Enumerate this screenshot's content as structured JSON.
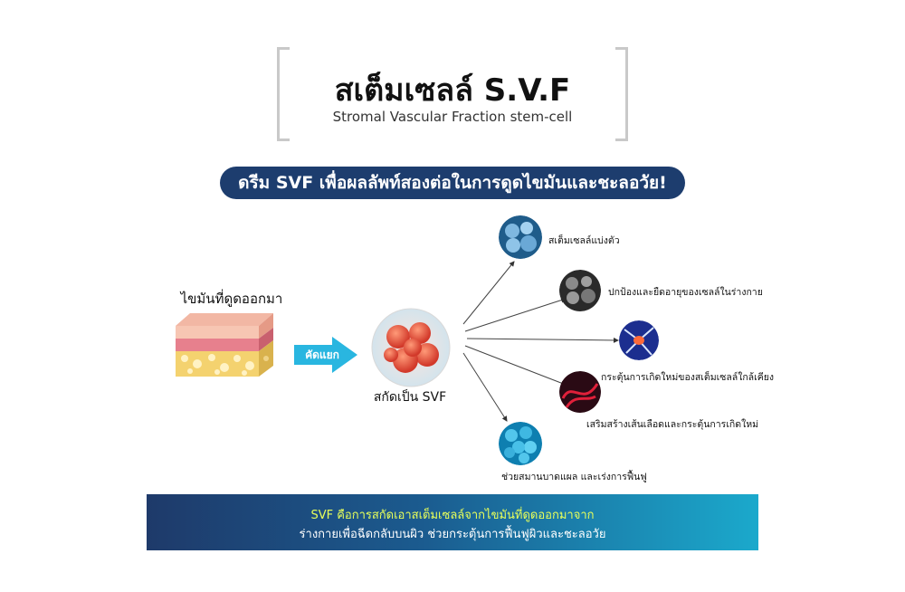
{
  "header": {
    "title": "สเต็มเซลล์ S.V.F",
    "subtitle": "Stromal Vascular Fraction stem-cell"
  },
  "banner": {
    "text": "ดรีม SVF เพื่อผลลัพท์สองต่อในการดูดไขมันและชะลอวัย!"
  },
  "source": {
    "label": "ไขมันที่ดูดออกมา"
  },
  "process": {
    "arrow_label": "คัดแยก",
    "result_label": "สกัดเป็น SVF"
  },
  "outcomes": [
    {
      "label": "สเต็มเซลล์แบ่งตัว"
    },
    {
      "label": "ปกป้องและยืดอายุของเซลล์ในร่างกาย"
    },
    {
      "label": ""
    },
    {
      "label": "กระตุ้นการเกิดใหม่ของสเต็มเซลล์ใกล้เคียง"
    },
    {
      "label": "เสริมสร้างเส้นเลือดและกระตุ้นการเกิดใหม่"
    },
    {
      "label": "ช่วยสมานบาดแผล และเร่งการฟื้นฟู"
    }
  ],
  "footer": {
    "line1": "SVF คือการสกัดเอาสเต็มเซลล์จากไขมันที่ดูดออกมาจาก",
    "line2": "ร่างกายเพื่อฉีดกลับบนผิว ช่วยกระตุ้นการฟื้นฟูผิวและชะลอวัย"
  },
  "colors": {
    "banner": "#1d3d6e",
    "arrow": "#29b6e0",
    "footer_start": "#1e3a6a",
    "footer_end": "#1ba9cc",
    "footer_highlight": "#e8ff5a"
  },
  "icons": [
    "fat-tissue-block",
    "svf-cell-cluster",
    "dividing-cells",
    "grey-cells",
    "neuron-cell",
    "red-vessels",
    "blue-cells"
  ]
}
